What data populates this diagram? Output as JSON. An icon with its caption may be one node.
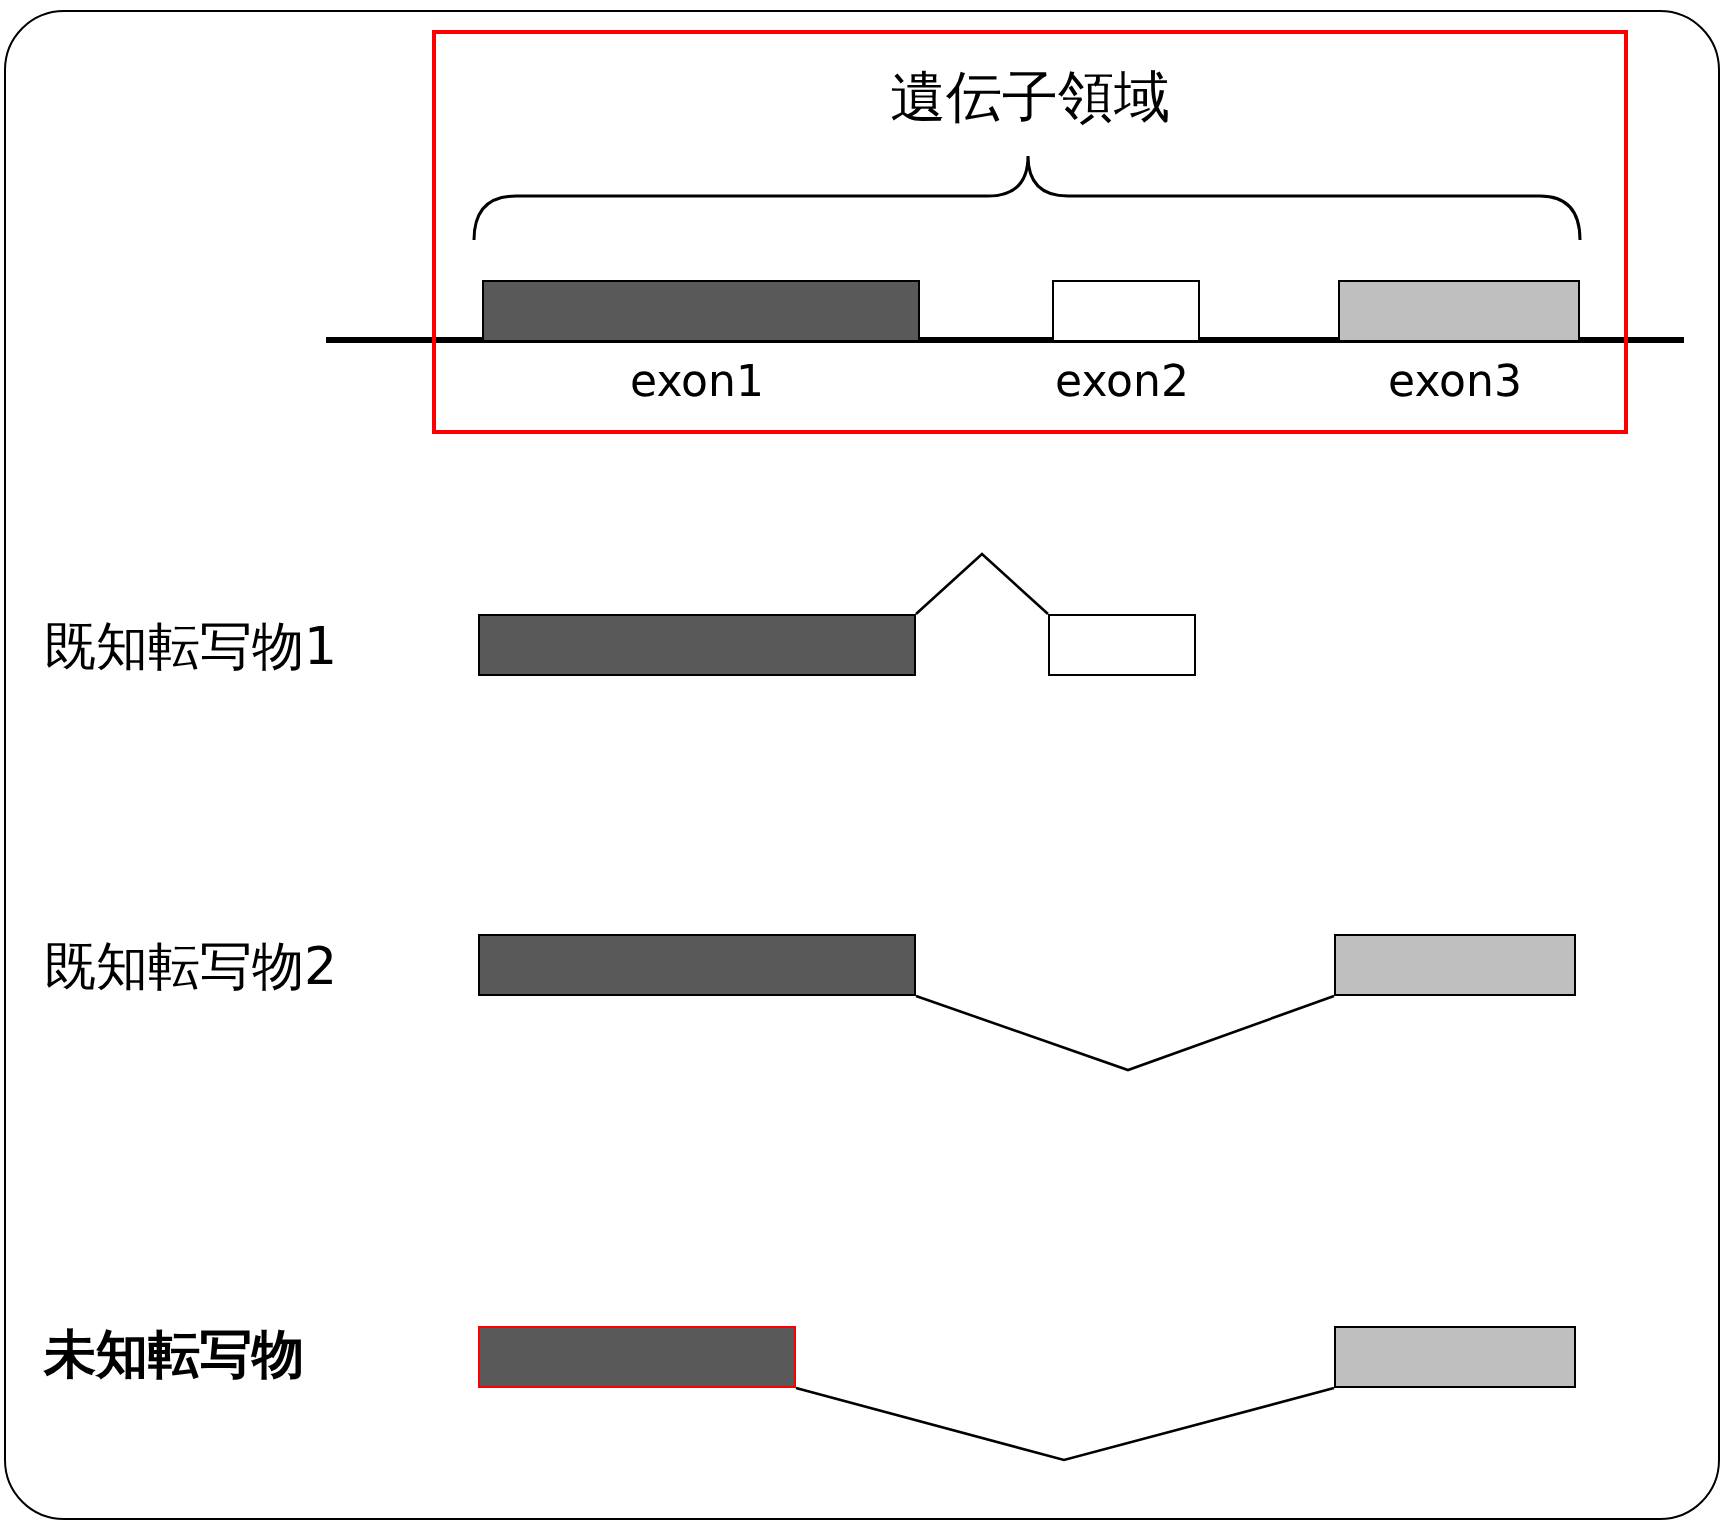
{
  "diagram": {
    "nodes": [
      {
        "text": [
          "遺伝子領域"
        ]
      },
      {
        "text": [],
        "shape": "box",
        "beside": [
          "exon1"
        ],
        "in": 0
      },
      {
        "text": [],
        "shape": "box",
        "beside": [
          "exon2"
        ],
        "in": 0
      },
      {
        "text": [],
        "shape": "box",
        "beside": [
          "exon3"
        ],
        "in": 0
      },
      {
        "text": [],
        "shape": "box"
      },
      {
        "text": [],
        "shape": "box"
      },
      {
        "text": [],
        "shape": "box"
      },
      {
        "text": [],
        "shape": "box"
      },
      {
        "text": [],
        "shape": "box"
      },
      {
        "text": [],
        "shape": "box"
      }
    ],
    "edges": [
      {
        "from": 4,
        "to": 5,
        "arrow": "none"
      },
      {
        "from": 6,
        "to": 7,
        "arrow": "none"
      },
      {
        "from": 8,
        "to": 9,
        "arrow": "none"
      }
    ],
    "labels": [
      "既知転写物1",
      "既知転写物2",
      "未知転写物"
    ]
  }
}
